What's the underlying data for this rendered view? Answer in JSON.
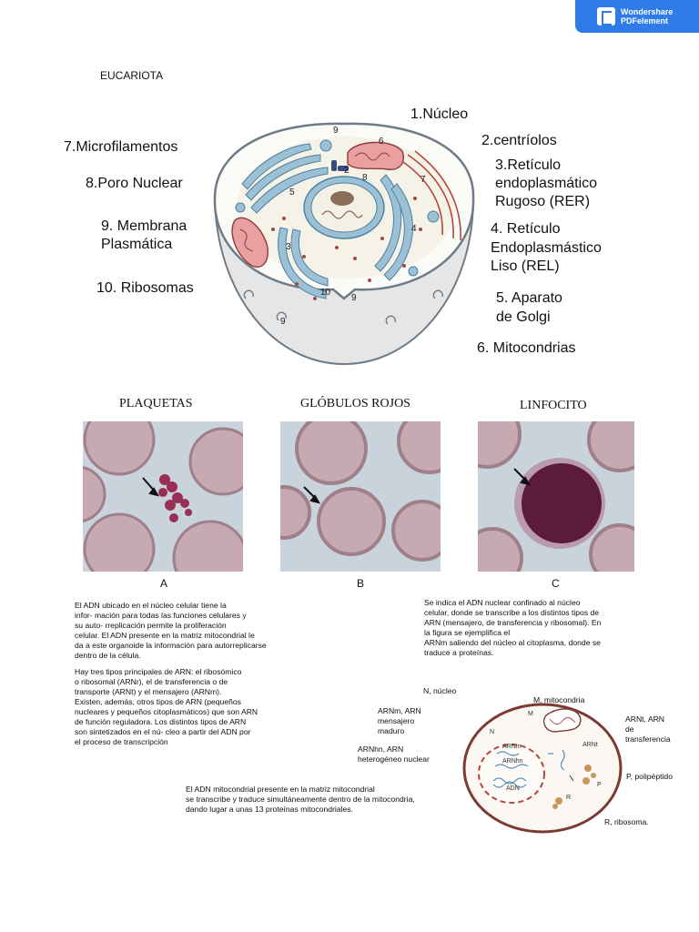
{
  "badge": {
    "line1": "Wondershare",
    "line2": "PDFelement"
  },
  "heading": "EUCARIOTA",
  "cell_labels": {
    "nucleo": "1.Núcleo",
    "centriolos": "2.centríolos",
    "rer_1": "3.Retículo",
    "rer_2": "endoplasmático",
    "rer_3": "Rugoso (RER)",
    "rel_1": "4. Retículo",
    "rel_2": "Endoplasmástico",
    "rel_3": "Liso (REL)",
    "golgi_1": "5. Aparato",
    "golgi_2": "de Golgi",
    "mitocondrias": "6. Mitocondrias",
    "microfilamentos": "7.Microfilamentos",
    "poro": "8.Poro Nuclear",
    "membrana_1": "9. Membrana",
    "membrana_2": "Plasmática",
    "ribosomas": "10. Ribosomas"
  },
  "diagram_numbers": [
    "9",
    "6",
    "7",
    "5",
    "8",
    "2",
    "4",
    "3",
    "10",
    "9",
    "9"
  ],
  "micrographs": {
    "a": {
      "title": "PLAQUETAS",
      "letter": "A"
    },
    "b": {
      "title": "GLÓBULOS ROJOS",
      "letter": "B"
    },
    "c": {
      "title": "LINFOCITO",
      "letter": "C"
    }
  },
  "paragraphs": {
    "p1": [
      "El ADN ubicado en el núcleo celular tiene la",
      "infor- mación para todas las funciones celulares y",
      "su auto- rreplicación permite la proliferación",
      "celular. El ADN presente en la matriz mitocondrial le",
      "da a este organoide la información para autorreplicarse",
      "dentro de la célula."
    ],
    "p2": [
      "Hay tres tipos principales de ARN: el ribosómico",
      "o ribosomal (ARNr), el de transferencia o de",
      "transporte (ARNt) y el mensajero (ARNm).",
      "Existen, además, otros tipos de ARN (pequeños",
      "nucleares y pequeños citoplasmáticos) que son ARN",
      "de función reguladora. Los distintos tipos de ARN",
      "son sintetizados en el nú- cleo a partir del ADN por",
      "el proceso de transcripción"
    ],
    "p3": [
      "Se indica el ADN nuclear confinado al núcleo",
      "celular, donde se transcribe a los distintos tipos de",
      "ARN (mensajero, de transferencia y ribosomal). En",
      "la figura se ejemplifica el",
      "ARNm saliendo del núcleo al citoplasma, donde se",
      "traduce a proteínas."
    ],
    "p4": [
      "El ADN mitocondrial presente en la matriz mitocondrial",
      "se transcribe y traduce simultáneamente dentro de la mitocondria,",
      "dando lugar a unas 13 proteínas mitocondriales."
    ]
  },
  "mito_labels": {
    "mitocondria": "M, mitocondria",
    "nucleo": "N, núcleo",
    "arnm_1": "ARNm, ARN",
    "arnm_2": "mensajero",
    "arnm_3": "maduro",
    "arnhn_1": "ARNhn, ARN",
    "arnhn_2": "heterogéneo nuclear",
    "arnt_1": "ARNt, ARN",
    "arnt_2": "de",
    "arnt_3": "transferencia",
    "polipeptido": "P, polipéptido",
    "ribosoma": "R, ribosoma."
  },
  "mito_inner_labels": [
    "M",
    "N",
    "ARNm",
    "ARNhn",
    "ADN",
    "ARNt",
    "P",
    "R"
  ]
}
